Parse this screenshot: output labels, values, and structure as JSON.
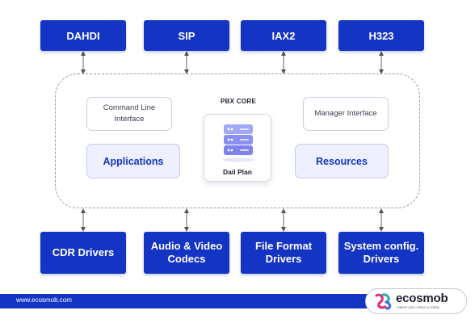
{
  "protocols": [
    "DAHDI",
    "SIP",
    "IAX2",
    "H323"
  ],
  "core": {
    "title": "PBX CORE",
    "command_line": "Command Line Interface",
    "manager": "Manager Interface",
    "applications": "Applications",
    "resources": "Resources",
    "dial_plan": "Dail Plan"
  },
  "drivers": [
    "CDR Drivers",
    "Audio & Video Codecs",
    "File Format Drivers",
    "System config. Drivers"
  ],
  "footer": {
    "url": "www.ecosmob.com",
    "brand": "ecosmob",
    "tagline": "makes your vision a reality"
  },
  "colors": {
    "primary": "#1434c4",
    "lavender": "#eef0ff",
    "icon": "#8a8ff2"
  },
  "icons": [
    "server-stack-icon",
    "ecosmob-logo-icon"
  ]
}
